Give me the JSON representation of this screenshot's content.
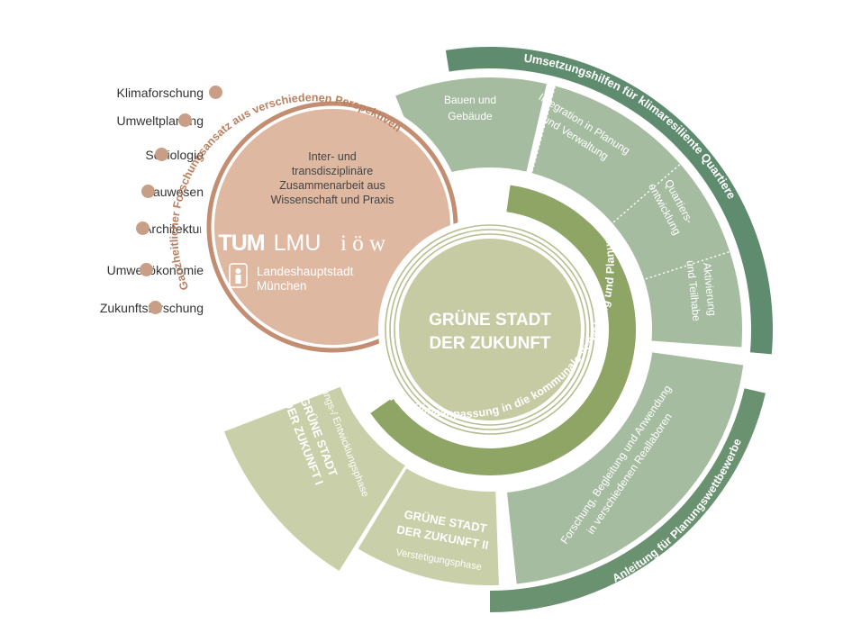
{
  "colors": {
    "dot": "#c89e87",
    "partner_disc": "#dfb8a2",
    "partner_ring": "#c28d70",
    "center_disc": "#c6cba3",
    "center_rings": "#b8bd90",
    "green_band": "#8ea565",
    "phase_fill": "#c9cfa8",
    "phase_text": "#ffffff",
    "tool_fill": "#a5bca0",
    "tool_ring": "#5f8c6e",
    "wb_ring": "#6b9270",
    "arc_text_brown": "#ba7f5e"
  },
  "disciplines": [
    "Klimaforschung",
    "Umweltplanung",
    "Soziologie",
    "Bauwesen",
    "Architektur",
    "Umweltökonomie",
    "Zukunftsforschung"
  ],
  "arcs": {
    "perspectives": "Ganzheitlicher Forschungsansatz aus verschiedenen Perspektiven",
    "tools": "Umsetzungshilfen für klimaresiliente Quartiere",
    "competitions": "Anleitung für Planungswettbewerbe",
    "integration": "Integration von Klimaanpassung in die kommunale Verwaltung und Planungspraxis"
  },
  "partners": {
    "line1": "Inter- und",
    "line2": "transdisziplinäre",
    "line3": "Zusammenarbeit aus",
    "line4": "Wissenschaft und Praxis",
    "logo_tum": "TUM",
    "logo_lmu": "LMU",
    "logo_ioew": "i ö w",
    "city_line1": "Landeshauptstadt",
    "city_line2": "München"
  },
  "center": {
    "line1": "GRÜNE STADT",
    "line2": "DER ZUKUNFT"
  },
  "phase1": {
    "title1": "GRÜNE STADT",
    "title2": "DER ZUKUNFT I",
    "subtitle": "Forschungs-/ Entwicklungsphase"
  },
  "phase2": {
    "title1": "GRÜNE STADT",
    "title2": "DER ZUKUNFT II",
    "subtitle": "Verstetigungsphase"
  },
  "tools": {
    "bauen1": "Bauen und",
    "bauen2": "Gebäude",
    "integration1": "Integration in Planung",
    "integration2": "und Verwaltung",
    "quartier1": "Quartiers-",
    "quartier2": "entwicklung",
    "aktiv1": "Aktivierung",
    "aktiv2": "und Teilhabe"
  },
  "reallab": {
    "line1": "Forschung, Begleitung und Anwendung",
    "line2": "in verschiedenen Reallaboren"
  }
}
